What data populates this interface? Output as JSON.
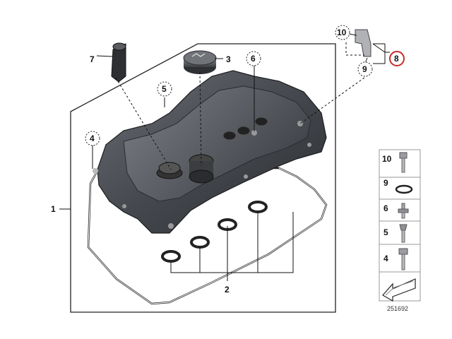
{
  "diagram": {
    "callouts": {
      "c1": "1",
      "c2": "2",
      "c3": "3",
      "c4": "4",
      "c5": "5",
      "c6": "6",
      "c7": "7",
      "c8": "8",
      "c9": "9",
      "c10": "10"
    },
    "highlight_color": "#cc2a2a",
    "legend": [
      {
        "number": "10"
      },
      {
        "number": "9"
      },
      {
        "number": "6"
      },
      {
        "number": "5"
      },
      {
        "number": "4"
      }
    ],
    "diagram_id": "251692"
  }
}
